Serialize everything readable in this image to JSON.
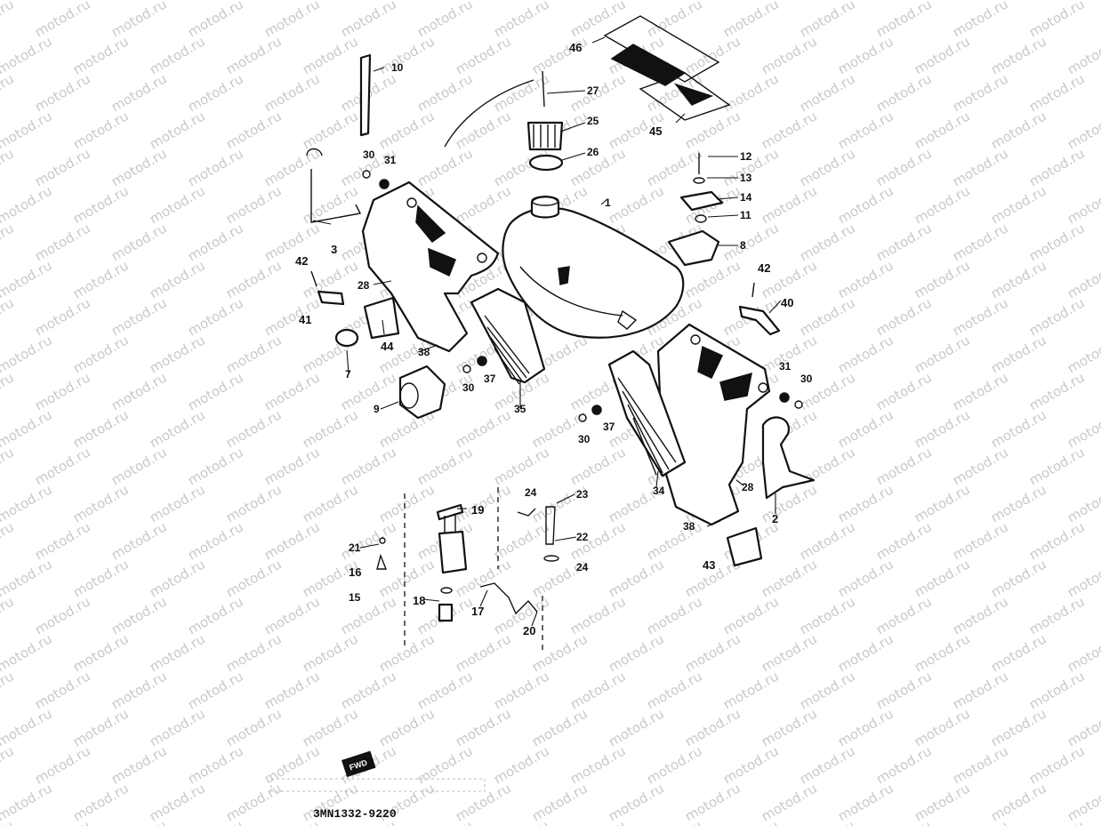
{
  "watermark": "motod.ru",
  "part_numbers": [
    {
      "id": "p1",
      "text": "1"
    },
    {
      "id": "p2",
      "text": "2"
    },
    {
      "id": "p3",
      "text": "3"
    },
    {
      "id": "p7",
      "text": "7"
    },
    {
      "id": "p8",
      "text": "8"
    },
    {
      "id": "p9",
      "text": "9"
    },
    {
      "id": "p10",
      "text": "10"
    },
    {
      "id": "p11",
      "text": "11"
    },
    {
      "id": "p12",
      "text": "12"
    },
    {
      "id": "p13",
      "text": "13"
    },
    {
      "id": "p14",
      "text": "14"
    },
    {
      "id": "p15",
      "text": "15"
    },
    {
      "id": "p16",
      "text": "16"
    },
    {
      "id": "p17",
      "text": "17"
    },
    {
      "id": "p18",
      "text": "18"
    },
    {
      "id": "p19",
      "text": "19"
    },
    {
      "id": "p20",
      "text": "20"
    },
    {
      "id": "p21",
      "text": "21"
    },
    {
      "id": "p22",
      "text": "22"
    },
    {
      "id": "p23",
      "text": "23"
    },
    {
      "id": "p24a",
      "text": "24"
    },
    {
      "id": "p24b",
      "text": "24"
    },
    {
      "id": "p25",
      "text": "25"
    },
    {
      "id": "p26",
      "text": "26"
    },
    {
      "id": "p27",
      "text": "27"
    },
    {
      "id": "p28a",
      "text": "28"
    },
    {
      "id": "p28b",
      "text": "28"
    },
    {
      "id": "p30a",
      "text": "30"
    },
    {
      "id": "p30b",
      "text": "30"
    },
    {
      "id": "p30c",
      "text": "30"
    },
    {
      "id": "p30d",
      "text": "30"
    },
    {
      "id": "p31a",
      "text": "31"
    },
    {
      "id": "p31b",
      "text": "31"
    },
    {
      "id": "p34",
      "text": "34"
    },
    {
      "id": "p35",
      "text": "35"
    },
    {
      "id": "p37a",
      "text": "37"
    },
    {
      "id": "p37b",
      "text": "37"
    },
    {
      "id": "p38a",
      "text": "38"
    },
    {
      "id": "p38b",
      "text": "38"
    },
    {
      "id": "p40",
      "text": "40"
    },
    {
      "id": "p41",
      "text": "41"
    },
    {
      "id": "p42a",
      "text": "42"
    },
    {
      "id": "p42b",
      "text": "42"
    },
    {
      "id": "p43",
      "text": "43"
    },
    {
      "id": "p44",
      "text": "44"
    },
    {
      "id": "p45",
      "text": "45"
    },
    {
      "id": "p46",
      "text": "46"
    }
  ],
  "fwd_badge": "FWD",
  "drawing_code": "3MN1332-9220",
  "colors": {
    "ink": "#111111",
    "watermark": "#c9c9c9",
    "paper": "#ffffff"
  }
}
